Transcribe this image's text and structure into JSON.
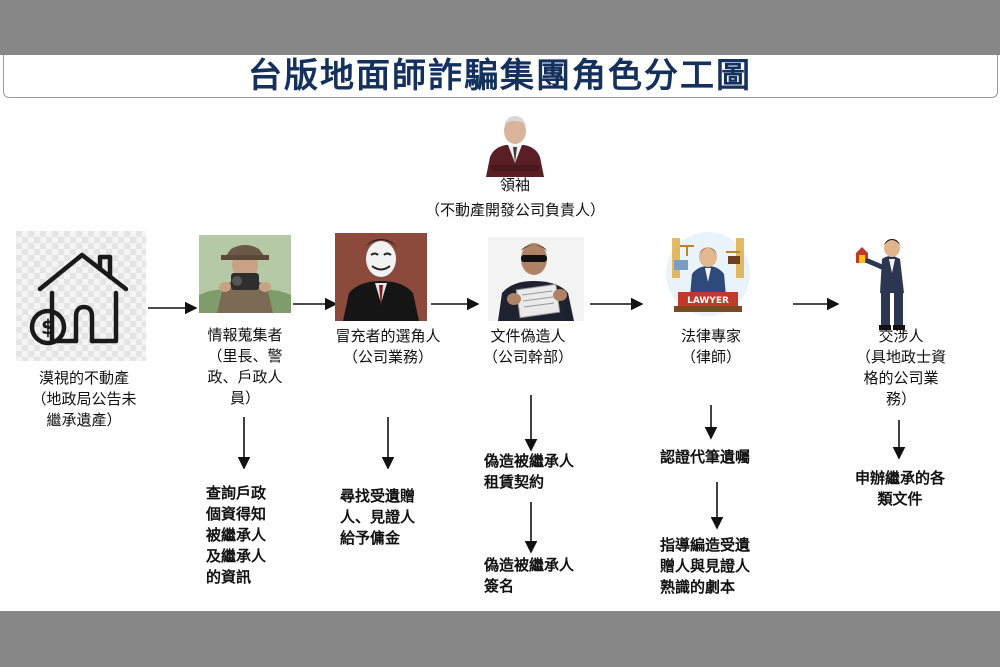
{
  "title": "台版地面師詐騙集團角色分工圖",
  "leader": {
    "name": "領袖",
    "desc": "（不動產開發公司負責人）"
  },
  "roles": [
    {
      "id": "property",
      "lines": [
        "漠視的不動產",
        "（地政局公告未",
        "繼承遺產）"
      ]
    },
    {
      "id": "intel",
      "lines": [
        "情報蒐集者",
        "（里長、警",
        "政、戶政人",
        "員）"
      ]
    },
    {
      "id": "casting",
      "lines": [
        "冒充者的選角人",
        "（公司業務）"
      ]
    },
    {
      "id": "forger",
      "lines": [
        "文件偽造人",
        "（公司幹部）"
      ]
    },
    {
      "id": "legal",
      "lines": [
        "法律專家",
        "（律師）"
      ]
    },
    {
      "id": "negotiator",
      "lines": [
        "交涉人",
        "（具地政士資",
        "格的公司業",
        "務）"
      ]
    }
  ],
  "tasks": {
    "intel": [
      "查詢戶政",
      "個資得知",
      "被繼承人",
      "及繼承人",
      "的資訊"
    ],
    "casting": [
      "尋找受遺贈",
      "人、見證人",
      "給予傭金"
    ],
    "forger_1": [
      "偽造被繼承人",
      "租賃契約"
    ],
    "forger_2": [
      "偽造被繼承人",
      "簽名"
    ],
    "legal_1": [
      "認證代筆遺囑"
    ],
    "legal_2": [
      "指導編造受遺",
      "贈人與見證人",
      "熟識的劇本"
    ],
    "negotiator": [
      "申辦繼承的各",
      "類文件"
    ]
  },
  "lawyer_sign": "LAWYER",
  "colors": {
    "title": "#14305c",
    "background": "#878787",
    "panel": "#ffffff"
  }
}
